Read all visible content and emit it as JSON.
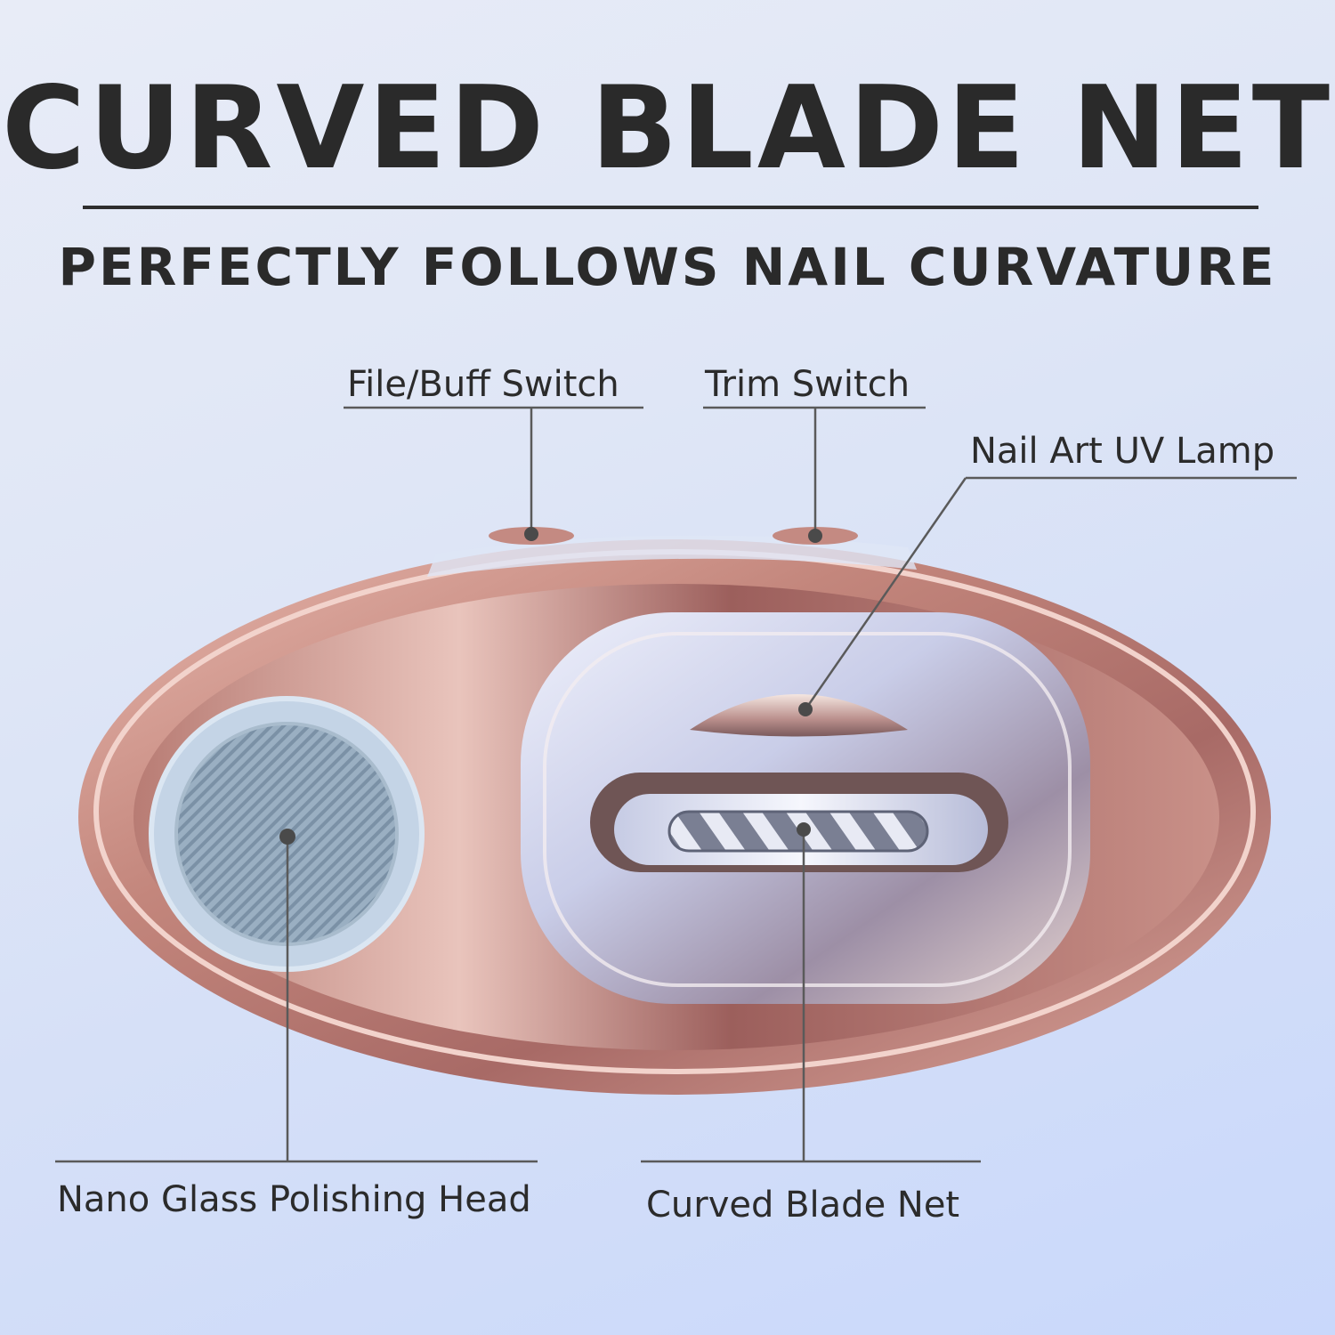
{
  "header": {
    "title": "CURVED BLADE NET",
    "subtitle": "PERFECTLY FOLLOWS NAIL CURVATURE"
  },
  "callouts": {
    "file_buff_switch": "File/Buff Switch",
    "trim_switch": "Trim Switch",
    "uv_lamp": "Nail Art UV Lamp",
    "polishing_head": "Nano Glass Polishing Head",
    "blade_net": "Curved Blade Net"
  },
  "colors": {
    "text": "#2a2a2a",
    "body_rose": "#c48a82",
    "chrome": "#d9dcef",
    "polish_blue": "#8fa6bb"
  }
}
